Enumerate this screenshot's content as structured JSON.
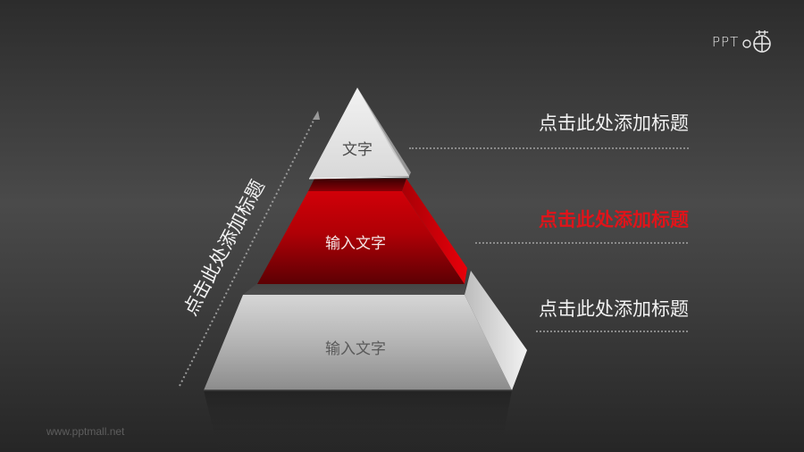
{
  "logo": {
    "text": "PPT",
    "icon": "ppt-logo-glyph"
  },
  "axis": {
    "title": "点击此处添加标题",
    "arrow": "dotted-up-arrow"
  },
  "pyramid": {
    "tiers": [
      {
        "label": "文字",
        "color": "#e6e6e6"
      },
      {
        "label": "输入文字",
        "color": "#c00008",
        "highlighted": true
      },
      {
        "label": "输入文字",
        "color": "#c8c8c8"
      }
    ]
  },
  "titles": [
    {
      "text": "点击此处添加标题",
      "color": "#f2f2f2"
    },
    {
      "text": "点击此处添加标题",
      "color": "#e0141a",
      "highlighted": true
    },
    {
      "text": "点击此处添加标题",
      "color": "#f2f2f2"
    }
  ],
  "watermark": "www.pptmall.net"
}
